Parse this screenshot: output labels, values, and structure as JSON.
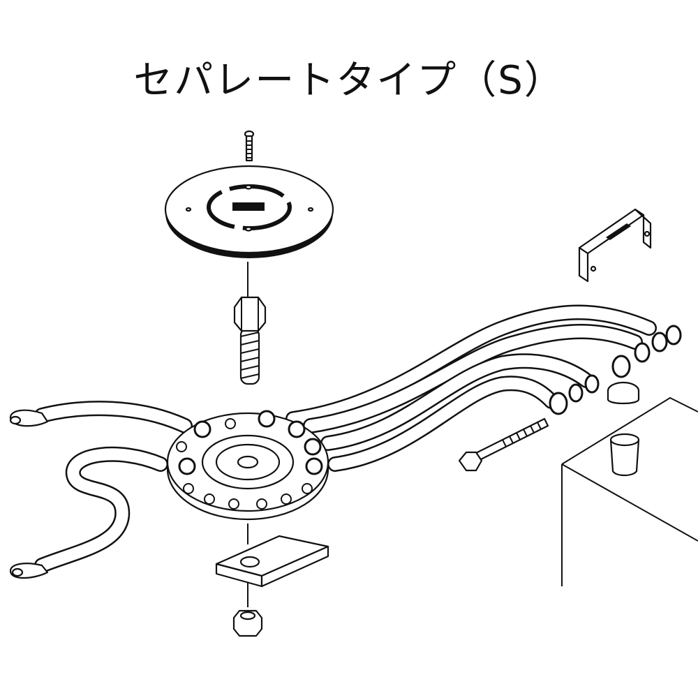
{
  "title": "セパレートタイプ（S）",
  "colors": {
    "line": "#111111",
    "background": "#ffffff"
  },
  "parts": [
    "screw",
    "cover-disc",
    "hex-bolt",
    "terminal-plate",
    "cables",
    "ring-lugs",
    "spacer-plate",
    "nut",
    "bracket",
    "battery-box",
    "terminal-bolt",
    "battery-post"
  ]
}
